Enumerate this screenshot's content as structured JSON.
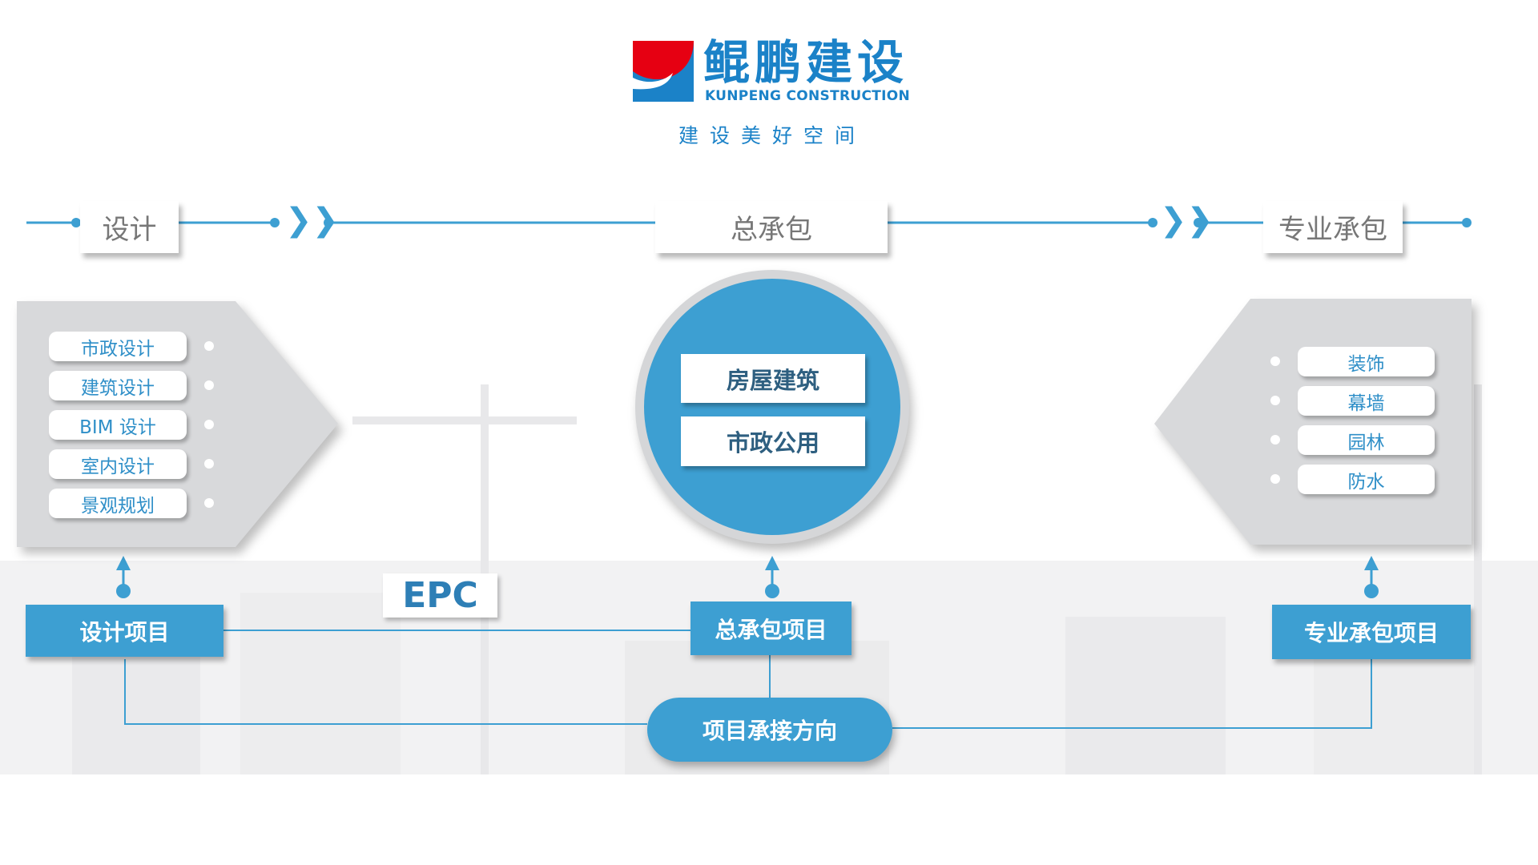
{
  "logo": {
    "name_cn": "鲲鹏建设",
    "name_en": "KUNPENG CONSTRUCTION",
    "tagline": "建设美好空间"
  },
  "stages": {
    "design": "设计",
    "general": "总承包",
    "specialty": "专业承包"
  },
  "design_items": [
    "市政设计",
    "建筑设计",
    "BIM 设计",
    "室内设计",
    "景观规划"
  ],
  "general_items": [
    "房屋建筑",
    "市政公用"
  ],
  "specialty_items": [
    "装饰",
    "幕墙",
    "园林",
    "防水"
  ],
  "projects": {
    "design": "设计项目",
    "general": "总承包项目",
    "specialty": "专业承包项目",
    "epc": "EPC",
    "direction": "项目承接方向"
  },
  "colors": {
    "accent": "#3d9fd2",
    "brand_blue": "#1b82c8",
    "brand_red": "#e60012",
    "panel": "#d8d9db"
  }
}
